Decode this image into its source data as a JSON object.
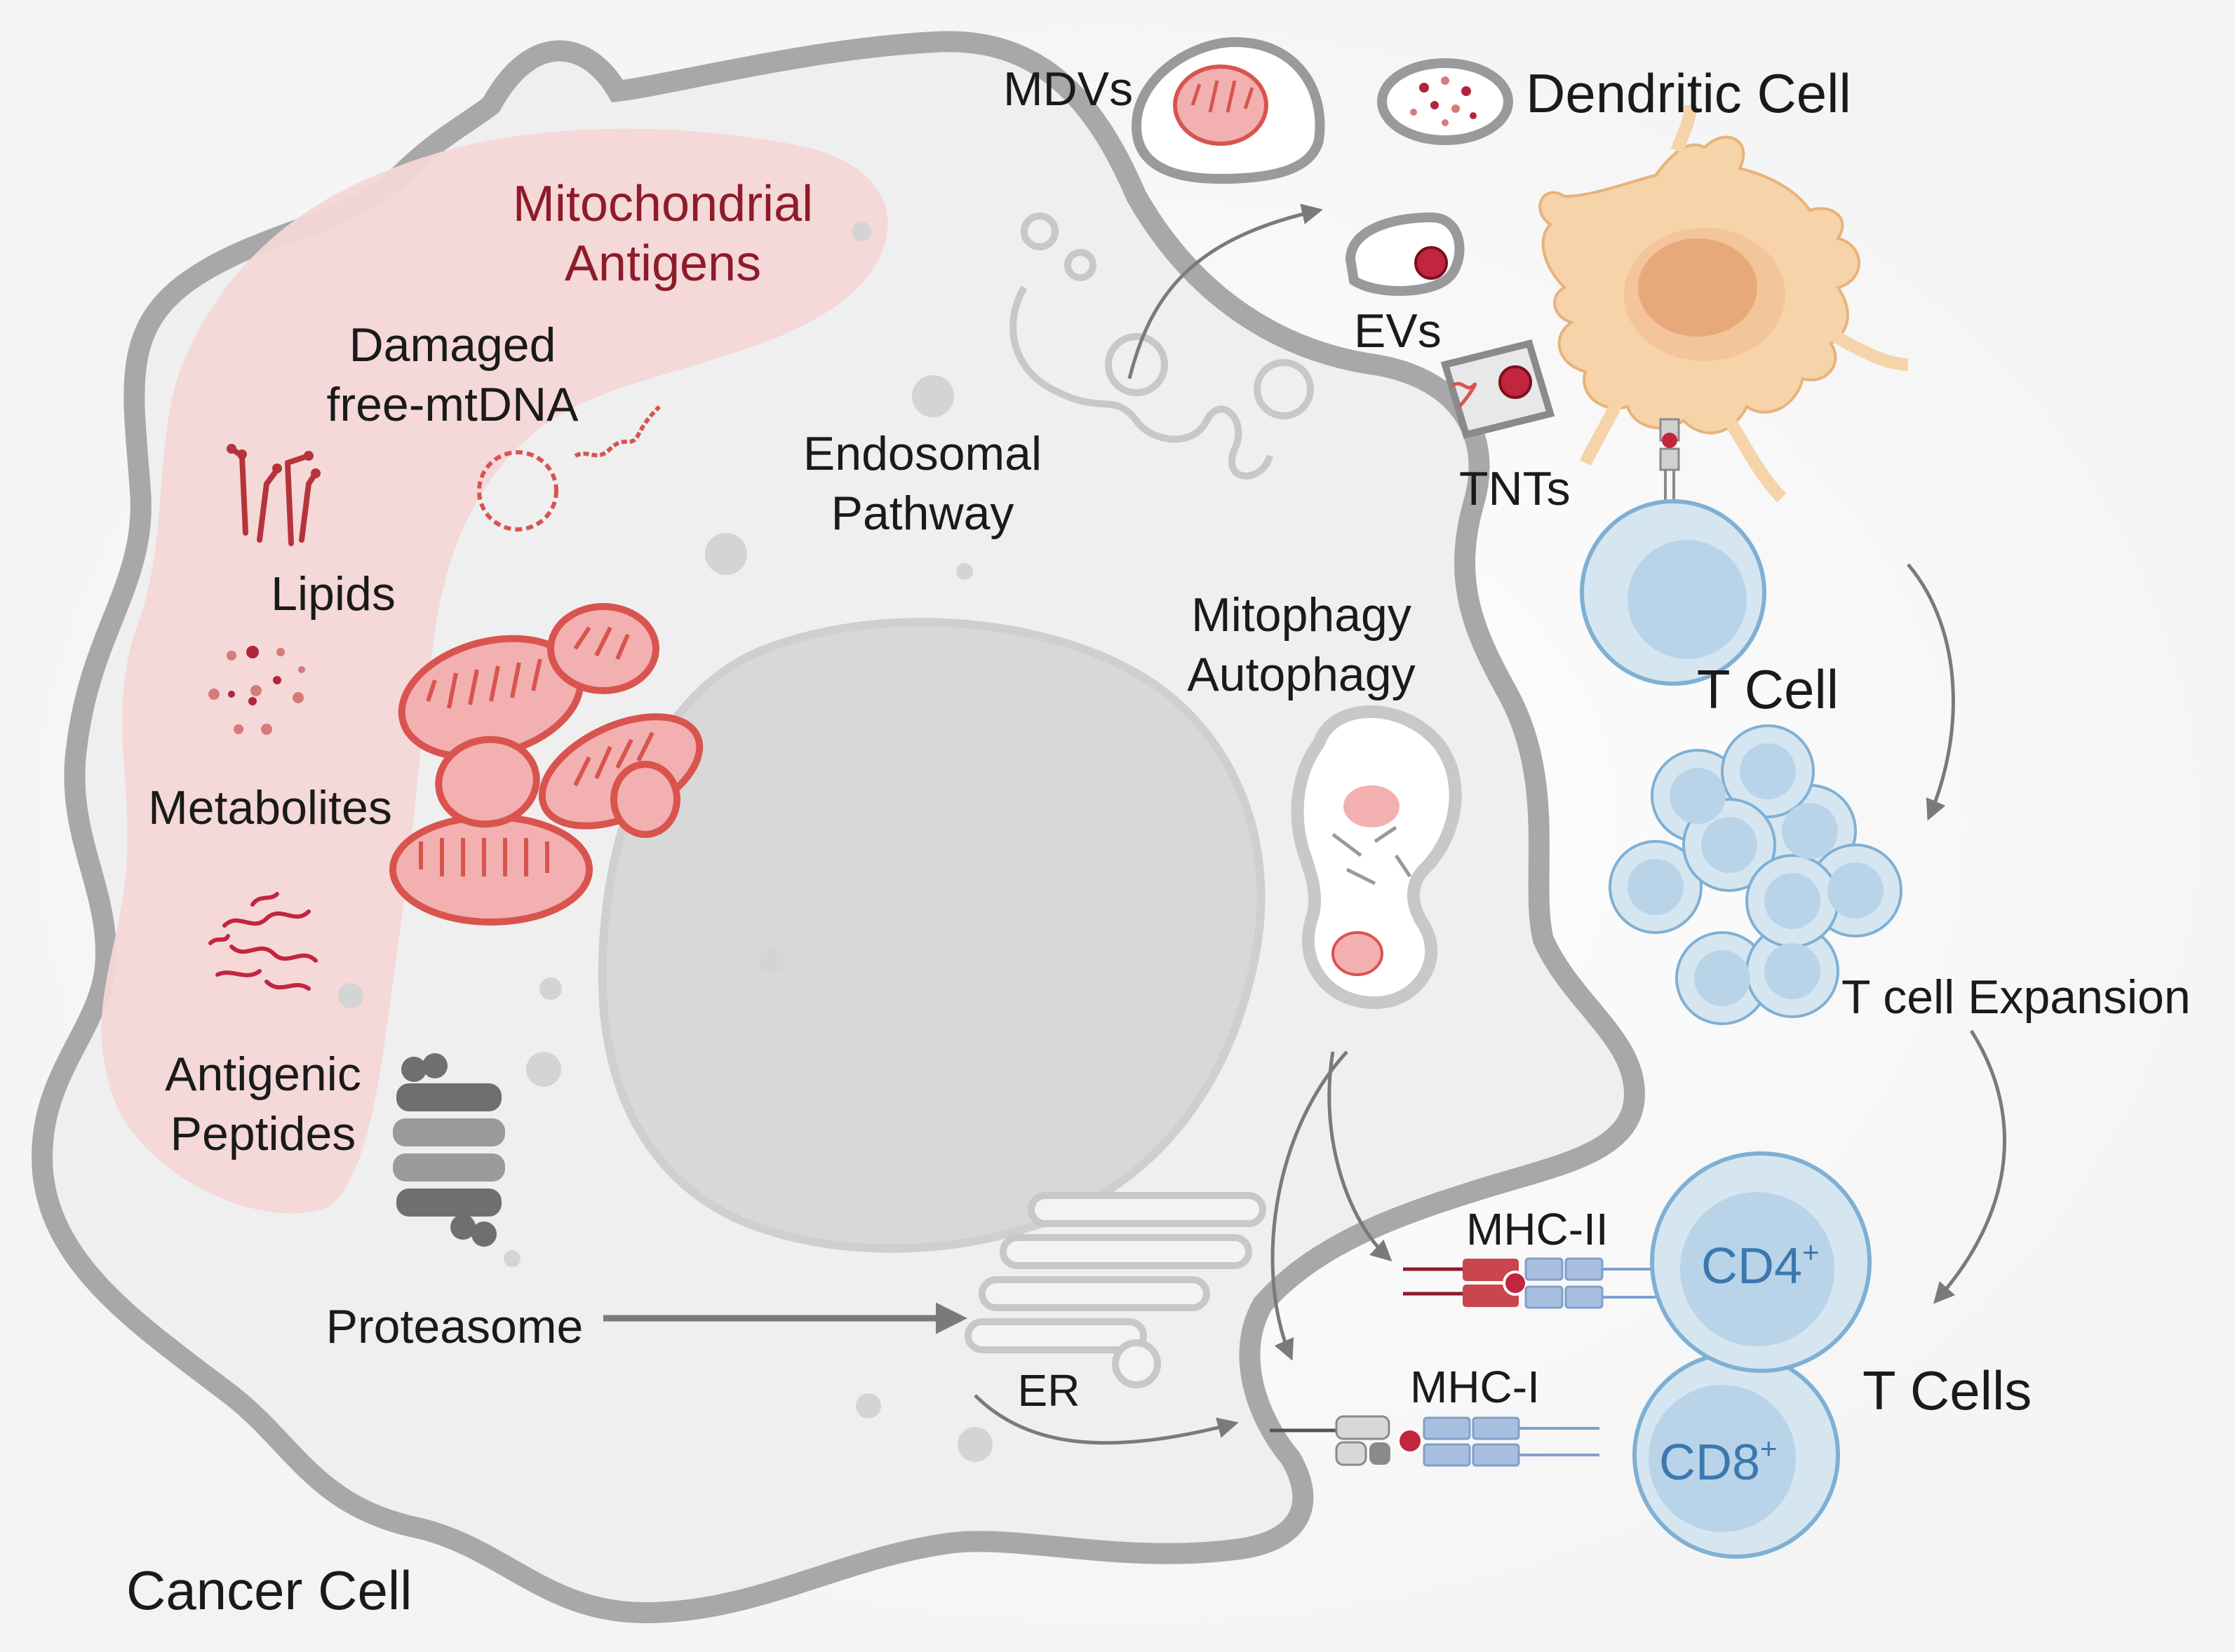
{
  "labels": {
    "mdvs": "MDVs",
    "dendritic_cell": "Dendritic Cell",
    "mito_antigens_1": "Mitochondrial",
    "mito_antigens_2": "Antigens",
    "damaged_1": "Damaged",
    "damaged_2": "free-mtDNA",
    "endosomal_1": "Endosomal",
    "endosomal_2": "Pathway",
    "evs": "EVs",
    "tnts": "TNTs",
    "lipids": "Lipids",
    "mitophagy": "Mitophagy",
    "autophagy": "Autophagy",
    "t_cell": "T Cell",
    "metabolites": "Metabolites",
    "t_cell_expansion": "T cell Expansion",
    "antigenic_1": "Antigenic",
    "antigenic_2": "Peptides",
    "mhc_ii": "MHC-II",
    "cd4": "CD4",
    "cd4_sup": "+",
    "proteasome": "Proteasome",
    "mhc_i": "MHC-I",
    "t_cells": "T Cells",
    "er": "ER",
    "cd8": "CD8",
    "cd8_sup": "+",
    "cancer_cell": "Cancer Cell"
  },
  "colors": {
    "membrane": "#a8a8a8",
    "cytoplasm": "#efefef",
    "nucleus": "#d9d9d9",
    "mito_region": "#f4dada",
    "mito_fill": "#f3b3b3",
    "mito_stroke": "#d9544f",
    "dark_red": "#b0253b",
    "dendritic": "#f6d3a8",
    "tcell": "#d6e6f1",
    "tcell_stroke": "#7fb0d4",
    "cd_text": "#3b78b0"
  }
}
